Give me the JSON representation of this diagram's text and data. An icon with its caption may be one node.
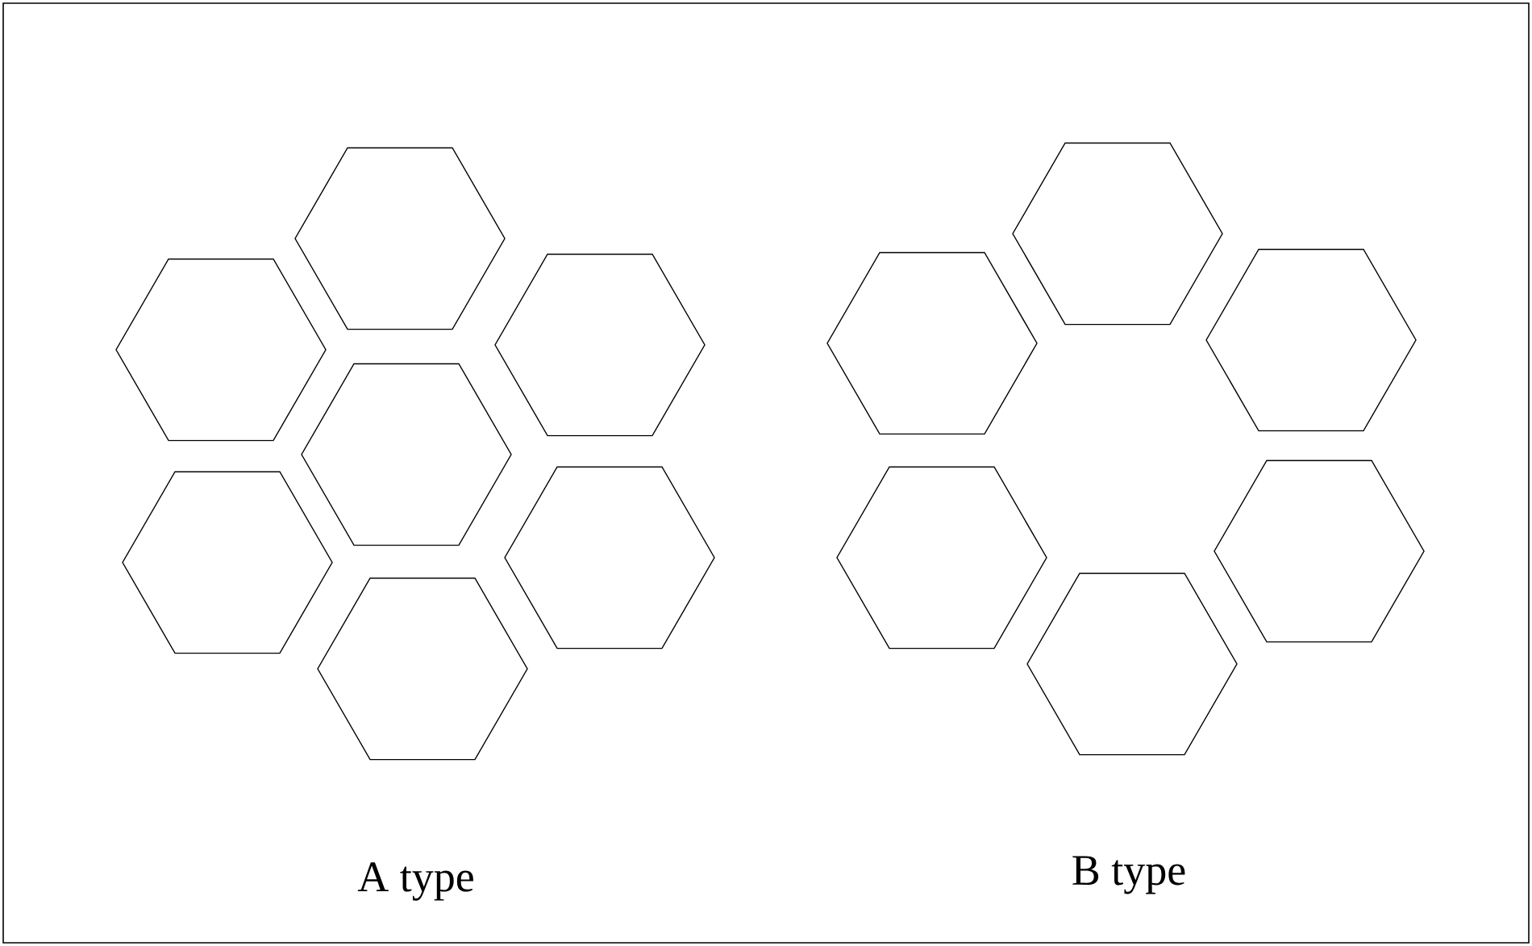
{
  "diagram": {
    "nodes": [
      {
        "text": [],
        "shape": "hexagon"
      },
      {
        "text": [],
        "shape": "hexagon"
      },
      {
        "text": [],
        "shape": "hexagon"
      },
      {
        "text": [],
        "shape": "hexagon"
      },
      {
        "text": [],
        "shape": "hexagon"
      },
      {
        "text": [],
        "shape": "hexagon"
      },
      {
        "text": [],
        "shape": "hexagon"
      },
      {
        "text": [],
        "shape": "hexagon"
      },
      {
        "text": [],
        "shape": "hexagon"
      },
      {
        "text": [],
        "shape": "hexagon"
      },
      {
        "text": [],
        "shape": "hexagon"
      },
      {
        "text": [],
        "shape": "hexagon"
      },
      {
        "text": [],
        "shape": "hexagon"
      }
    ],
    "labels": [
      "A type",
      "B type"
    ]
  }
}
